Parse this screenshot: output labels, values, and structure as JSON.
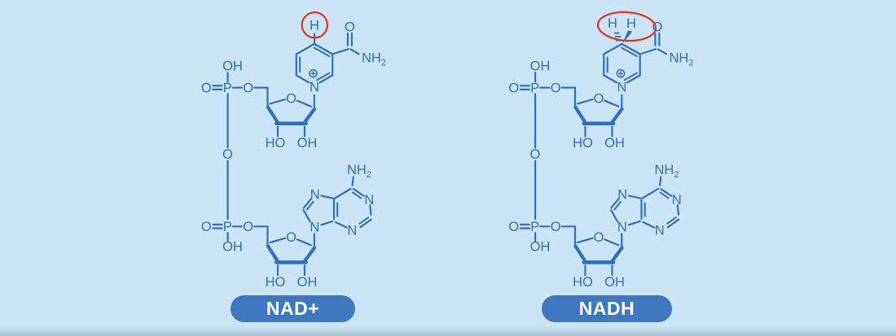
{
  "colors": {
    "background": "#cbe5f7",
    "structure_blue": "#2f70c2",
    "pill_blue": "#3d78c0",
    "pill_text": "#ffffff",
    "highlight_red": "#df382b"
  },
  "atom_labels": {
    "o": "O",
    "p": "P",
    "n": "N",
    "oh": "OH",
    "ho": "HO",
    "nh": "NH",
    "sub_2": "2",
    "h": "H"
  },
  "molecules": [
    {
      "caption": "NAD+",
      "highlight_hydrogens": [
        "H"
      ]
    },
    {
      "caption": "NADH",
      "highlight_hydrogens": [
        "H",
        "H"
      ]
    }
  ]
}
